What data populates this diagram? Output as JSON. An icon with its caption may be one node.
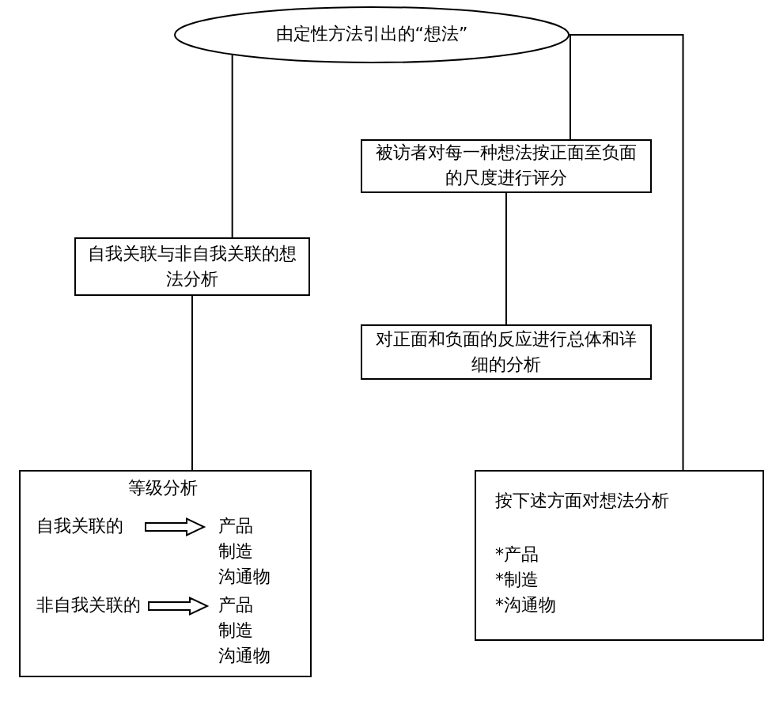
{
  "diagram": {
    "nodes": [
      {
        "text": [
          "由定性方法引出的“想法”"
        ]
      },
      {
        "text": [
          "自我关联与非自我关联的想法分析"
        ]
      },
      {
        "text": [
          "被访者对每一种想法按正面至负面的尺度进行评分"
        ]
      },
      {
        "text": [
          "对正面和负面的反应进行总体和详细的分析"
        ]
      },
      {
        "text": [
          "等级分析",
          "自我关联的",
          "产品",
          "制造",
          "沟通物",
          "非自我关联的",
          "产品",
          "制造",
          "沟通物"
        ]
      },
      {
        "text": [
          "按下述方面对想法分析",
          "*产品",
          "*制造",
          "*沟通物"
        ]
      }
    ],
    "edges": [
      {
        "from": 0,
        "to": 1,
        "arrow": "none"
      },
      {
        "from": 0,
        "to": 2,
        "arrow": "none"
      },
      {
        "from": 2,
        "to": 3,
        "arrow": "none"
      },
      {
        "from": 1,
        "to": 4,
        "arrow": "none"
      },
      {
        "from": 0,
        "to": 5,
        "arrow": "none"
      }
    ]
  }
}
